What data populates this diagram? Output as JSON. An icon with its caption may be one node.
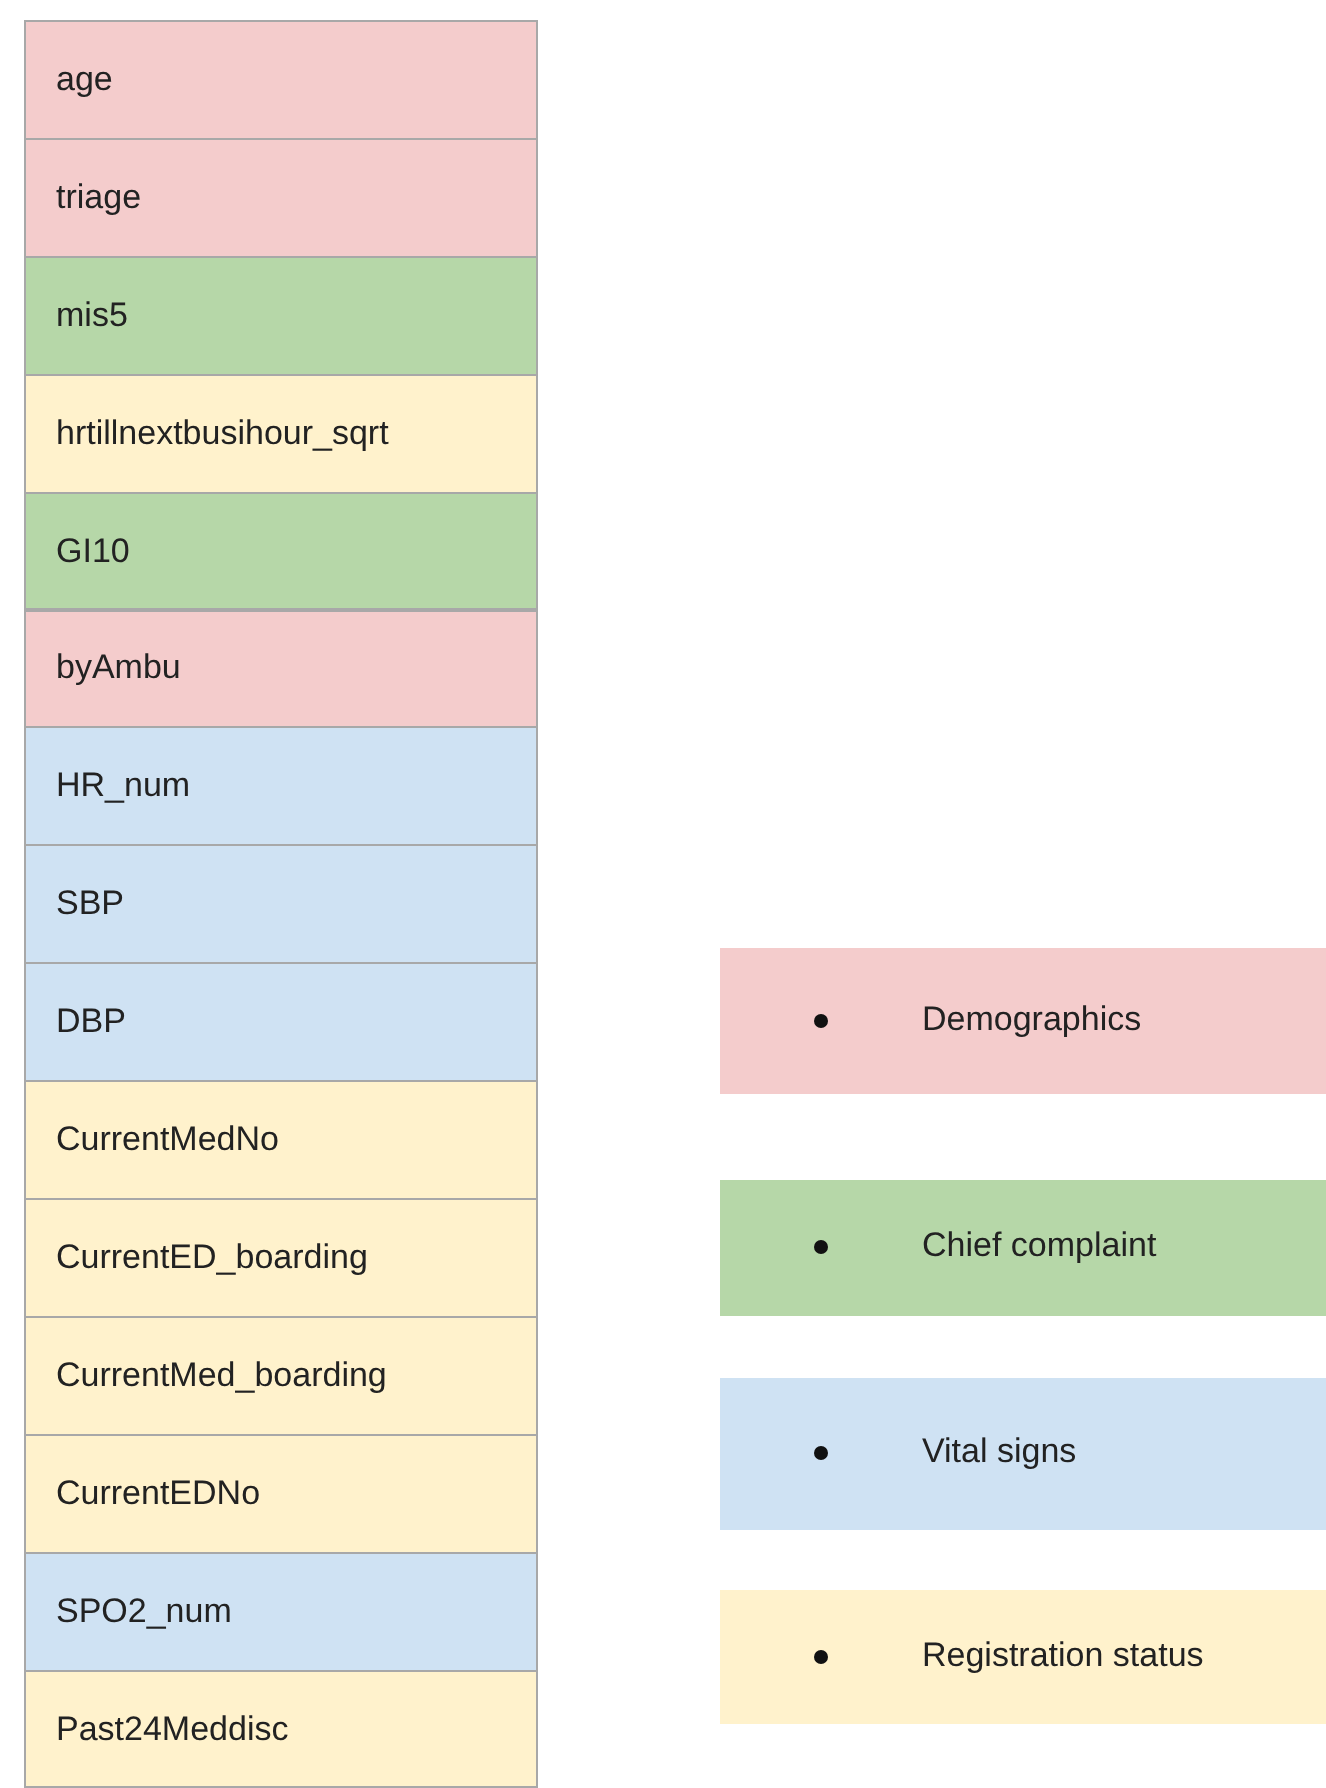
{
  "diagram": {
    "nodes": [
      {
        "text": [
          "age"
        ]
      },
      {
        "text": [
          "triage"
        ]
      },
      {
        "text": [
          "mis5"
        ]
      },
      {
        "text": [
          "hrtillnextbusihour_sqrt"
        ]
      },
      {
        "text": [
          "GI10"
        ]
      },
      {
        "text": [
          "byAmbu"
        ]
      },
      {
        "text": [
          "HR_num"
        ]
      },
      {
        "text": [
          "SBP"
        ]
      },
      {
        "text": [
          "DBP"
        ]
      },
      {
        "text": [
          "CurrentMedNo"
        ]
      },
      {
        "text": [
          "CurrentED_boarding"
        ]
      },
      {
        "text": [
          "CurrentMed_boarding"
        ]
      },
      {
        "text": [
          "CurrentEDNo"
        ]
      },
      {
        "text": [
          "SPO2_num"
        ]
      },
      {
        "text": [
          "Past24Meddisc"
        ]
      }
    ],
    "legend": [
      {
        "text": "Demographics",
        "color": "#f4cccc"
      },
      {
        "text": "Chief complaint",
        "color": "#b6d7a8"
      },
      {
        "text": "Vital signs",
        "color": "#cfe2f3"
      },
      {
        "text": "Registration status",
        "color": "#fff2cc"
      }
    ]
  }
}
